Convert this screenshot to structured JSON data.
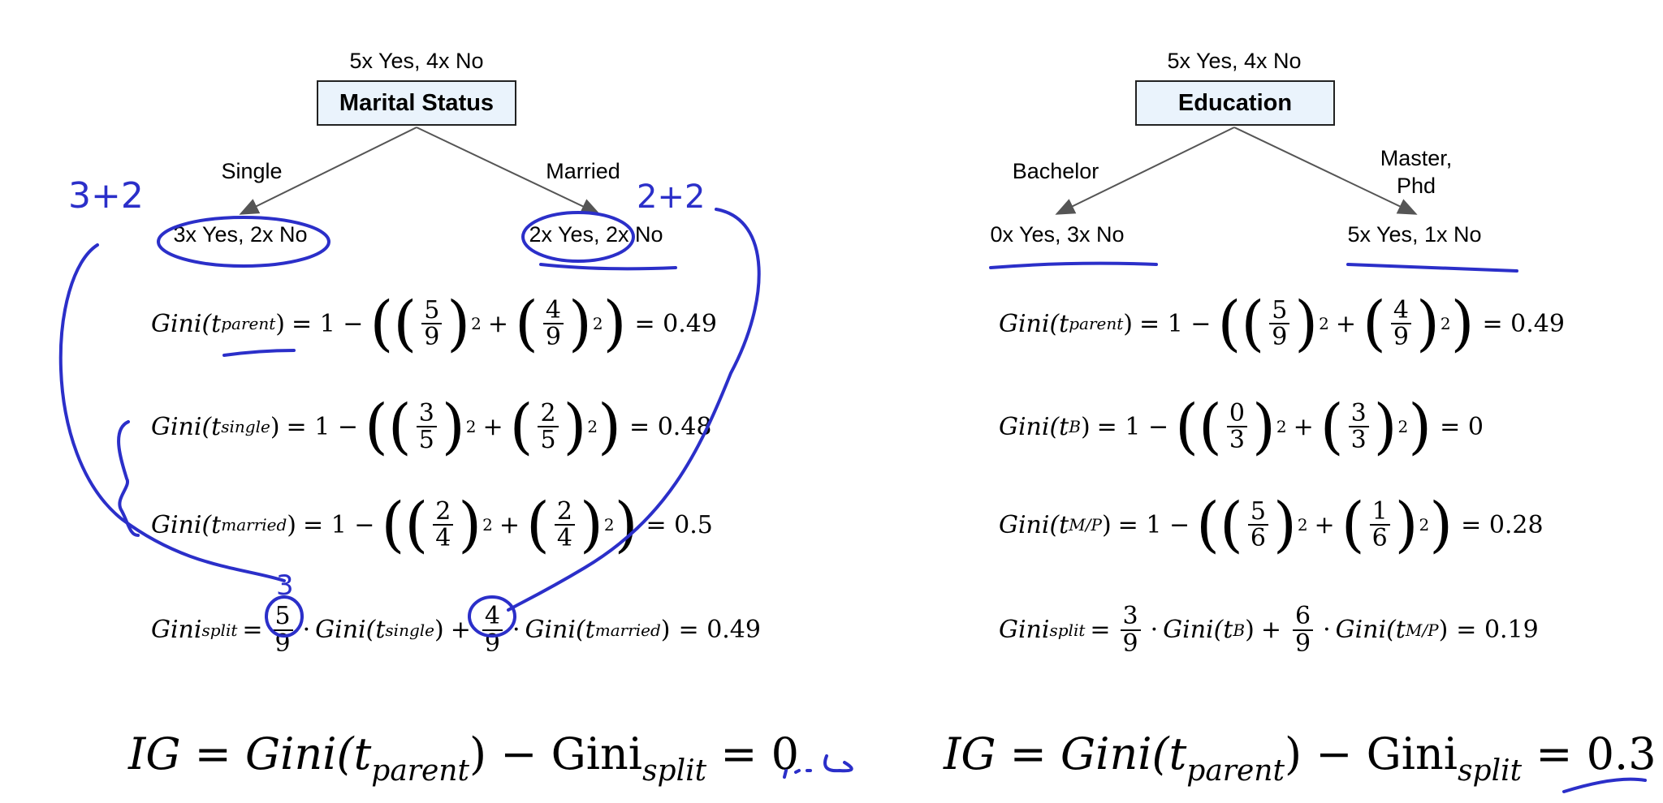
{
  "left_tree": {
    "root_counts": "5x Yes, 4x No",
    "root_label": "Marital Status",
    "branch_left": "Single",
    "branch_right": "Married",
    "leaf_left": "3x Yes, 2x No",
    "leaf_right": "2x Yes, 2x No"
  },
  "right_tree": {
    "root_counts": "5x Yes, 4x No",
    "root_label": "Education",
    "branch_left": "Bachelor",
    "branch_right_line1": "Master,",
    "branch_right_line2": "Phd",
    "leaf_left": "0x Yes, 3x No",
    "leaf_right": "5x Yes, 1x No"
  },
  "left_eqs": {
    "parent": {
      "fn": "Gini(t",
      "sub": "parent",
      "close": ")",
      "a_num": "5",
      "a_den": "9",
      "b_num": "4",
      "b_den": "9",
      "result": "= 0.49"
    },
    "single": {
      "fn": "Gini(t",
      "sub": "single",
      "close": ")",
      "a_num": "3",
      "a_den": "5",
      "b_num": "2",
      "b_den": "5",
      "result": "= 0.48"
    },
    "married": {
      "fn": "Gini(t",
      "sub": "married",
      "close": ")",
      "a_num": "2",
      "a_den": "4",
      "b_num": "2",
      "b_den": "4",
      "result": "= 0.5"
    },
    "split": {
      "lhs": "Gini",
      "lhs_sub": "split",
      "w1_num": "5",
      "w1_den": "9",
      "t1": "single",
      "w2_num": "4",
      "w2_den": "9",
      "t2": "married",
      "result": "= 0.49"
    }
  },
  "right_eqs": {
    "parent": {
      "fn": "Gini(t",
      "sub": "parent",
      "close": ")",
      "a_num": "5",
      "a_den": "9",
      "b_num": "4",
      "b_den": "9",
      "result": "= 0.49"
    },
    "b": {
      "fn": "Gini(t",
      "sub": "B",
      "close": ")",
      "a_num": "0",
      "a_den": "3",
      "b_num": "3",
      "b_den": "3",
      "result": "= 0"
    },
    "mp": {
      "fn": "Gini(t",
      "sub": "M/P",
      "close": ")",
      "a_num": "5",
      "a_den": "6",
      "b_num": "1",
      "b_den": "6",
      "result": "= 0.28"
    },
    "split": {
      "lhs": "Gini",
      "lhs_sub": "split",
      "w1_num": "3",
      "w1_den": "9",
      "t1": "B",
      "w2_num": "6",
      "w2_den": "9",
      "t2": "M/P",
      "result": "= 0.19"
    }
  },
  "ig_left": {
    "text": "IG = Gini(t",
    "sub1": "parent",
    "mid": ") − Gini",
    "sub2": "split",
    "result": "= 0"
  },
  "ig_right": {
    "text": "IG = Gini(t",
    "sub1": "parent",
    "mid": ") − Gini",
    "sub2": "split",
    "result": "= 0.3"
  },
  "annotations": {
    "left_leaf_note": "3+2",
    "right_leaf_note": "2+2",
    "weight_note": "3",
    "ink_color": "#2b2fc9"
  },
  "shared": {
    "one_minus": "= 1 −",
    "plus": "+",
    "sq": "2",
    "dot": "·",
    "gini": "Gini(t",
    "close": ")"
  }
}
